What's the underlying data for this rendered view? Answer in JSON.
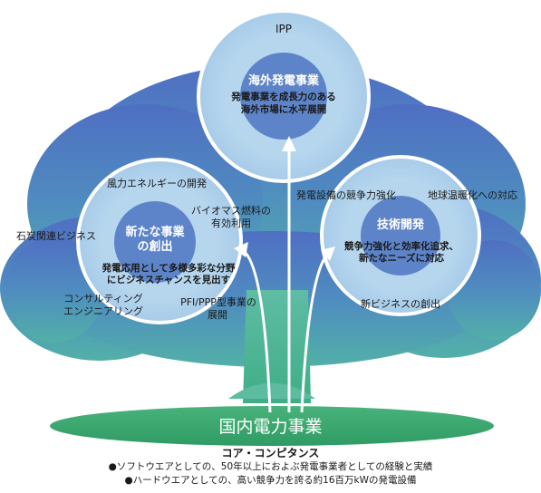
{
  "overseas": {
    "outer_label": "IPP",
    "title": "海外発電事業",
    "desc1": "発電事業を成長力のある",
    "desc2": "海外市場に水平展開"
  },
  "new_business": {
    "title1": "新たな事業",
    "title2": "の創出",
    "desc1": "発電応用として多様多彩な分野",
    "desc2": "にビジネスチャンスを見出す",
    "items": [
      "風力エネルギーの開発",
      "バイオマス燃料の",
      "有効利用"
    ]
  },
  "technology": {
    "title": "技術開発",
    "desc1": "競争力強化と効率化追求、",
    "desc2": "新たなニーズに対応",
    "items": [
      "発電設備の競争力強化",
      "新ビジネスの創出"
    ]
  },
  "labels": {
    "coal": "石炭関連ビジネス",
    "consulting1": "コンサルティング",
    "consulting2": "エンジニアリング",
    "pfi1": "PFI/PPP型事業の",
    "pfi2": "展開",
    "global_warming": "地球温暖化への対応"
  },
  "trunk": {
    "label": "国内電力事業"
  },
  "footer": {
    "heading": "コア・コンピタンス",
    "line1": "●ソフトウエアとしての、50年以上におよぶ発電事業者としての経験と実績",
    "line2": "●ハードウエアとしての、高い競争力を誇る約16百万kWの発電設備"
  },
  "colors": {
    "crown_top": "#4f6fc2",
    "crown_bottom": "#52b0a8",
    "circle_fill": "#b6d6ee",
    "core_fill": "#5d84c8",
    "ground": "#3fae74"
  }
}
